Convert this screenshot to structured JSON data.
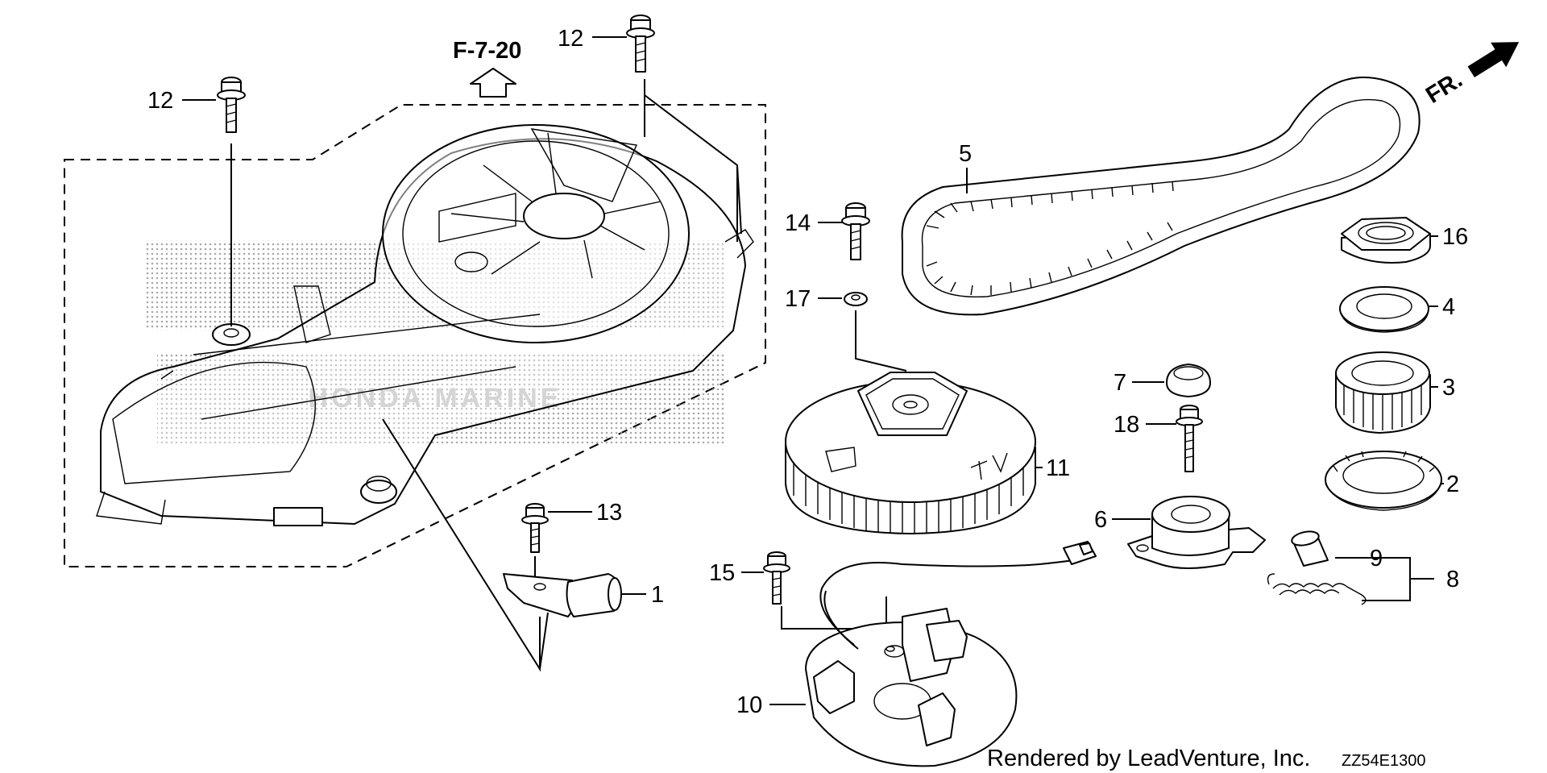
{
  "diagram": {
    "ref_code": "F-7-20",
    "front_label": "FR.",
    "watermark_text": "HONDA MARINE",
    "callouts": [
      {
        "id": "c12a",
        "text": "12"
      },
      {
        "id": "c12b",
        "text": "12"
      },
      {
        "id": "c14",
        "text": "14"
      },
      {
        "id": "c17",
        "text": "17"
      },
      {
        "id": "c5",
        "text": "5"
      },
      {
        "id": "c16",
        "text": "16"
      },
      {
        "id": "c4",
        "text": "4"
      },
      {
        "id": "c7",
        "text": "7"
      },
      {
        "id": "c3",
        "text": "3"
      },
      {
        "id": "c18",
        "text": "18"
      },
      {
        "id": "c11",
        "text": "11"
      },
      {
        "id": "c2",
        "text": "2"
      },
      {
        "id": "c13",
        "text": "13"
      },
      {
        "id": "c6",
        "text": "6"
      },
      {
        "id": "c9",
        "text": "9"
      },
      {
        "id": "c8",
        "text": "8"
      },
      {
        "id": "c15",
        "text": "15"
      },
      {
        "id": "c1",
        "text": "1"
      },
      {
        "id": "c10",
        "text": "10"
      }
    ],
    "credit": "Rendered by LeadVenture, Inc.",
    "diagram_code": "ZZ54E1300"
  }
}
